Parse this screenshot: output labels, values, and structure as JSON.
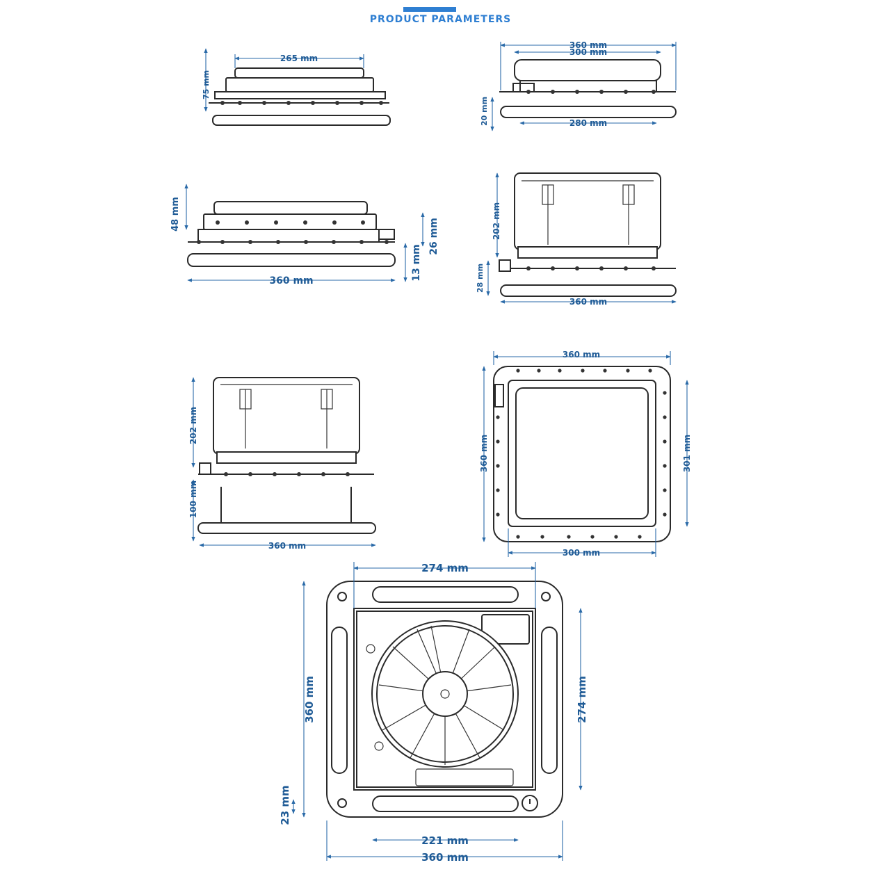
{
  "header": {
    "title": "PRODUCT PARAMETERS",
    "accent_color": "#2f7fd2"
  },
  "dimension_color": "#1f5b96",
  "views": {
    "front_closed": {
      "width_top": "265 mm",
      "height": "75 mm"
    },
    "side_closed": {
      "overall": "360 mm",
      "lid": "300 mm",
      "base": "280 mm",
      "height": "20 mm"
    },
    "front_vented": {
      "height_top": "48 mm",
      "flange": "26 mm",
      "base": "13 mm",
      "width": "360 mm"
    },
    "side_open": {
      "lid_height": "202 mm",
      "base_height": "28 mm",
      "width": "360 mm"
    },
    "side_open_extended": {
      "lid_height": "202 mm",
      "extension": "100 mm",
      "width": "360 mm"
    },
    "top_view": {
      "outer_width": "360 mm",
      "outer_height": "360 mm",
      "inner_height": "301 mm",
      "inner_width": "300 mm"
    },
    "bottom_fan_view": {
      "inner_width": "274 mm",
      "inner_height": "274 mm",
      "outer_height": "360 mm",
      "slot_offset": "23 mm",
      "slot_width": "221 mm",
      "outer_width": "360 mm",
      "fan_icon": "fan-icon",
      "power_icon": "power-button-icon"
    }
  }
}
